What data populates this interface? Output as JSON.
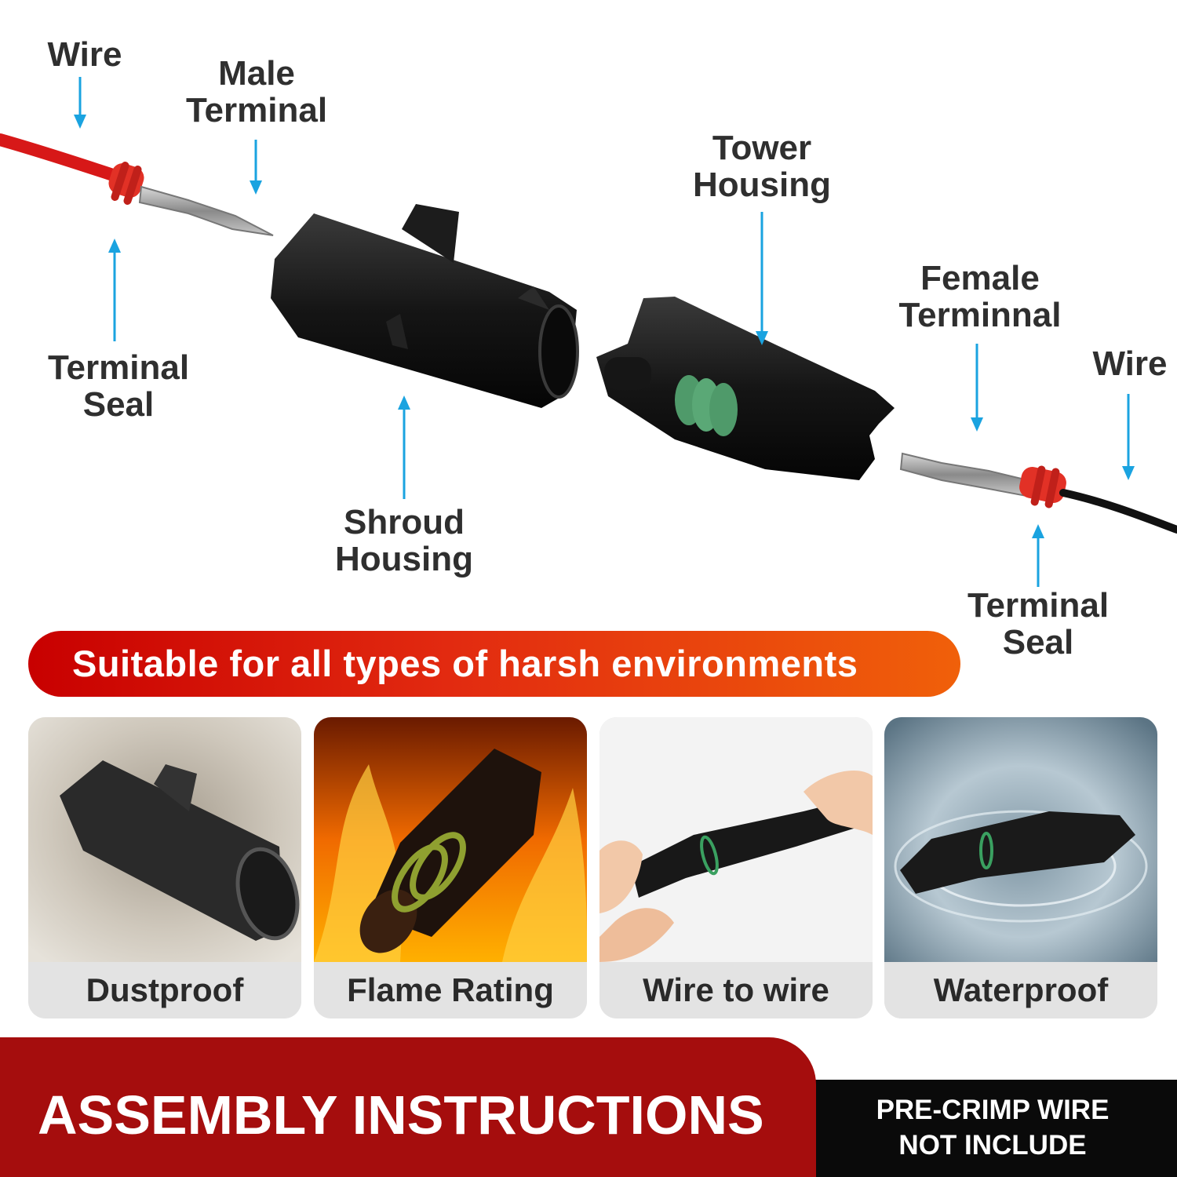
{
  "diagram": {
    "labels": {
      "wire_left": "Wire",
      "male_terminal": "Male\nTerminal",
      "terminal_seal_left": "Terminal\nSeal",
      "shroud_housing": "Shroud\nHousing",
      "tower_housing": "Tower\nHousing",
      "female_terminal": "Female\nTerminnal",
      "wire_right": "Wire",
      "terminal_seal_right": "Terminal\nSeal"
    },
    "arrow_color": "#1aa3e0",
    "wire_left_color": "#e02020",
    "wire_right_color": "#111111",
    "seal_color": "#e8322a",
    "tower_seal_color": "#4f9a6a"
  },
  "banner": {
    "text": "Suitable for all types of harsh environments",
    "gradient_start": "#c80000",
    "gradient_end": "#f0600a"
  },
  "features": [
    {
      "label": "Dustproof",
      "icon": "dust-photo"
    },
    {
      "label": "Flame Rating",
      "icon": "fire-photo"
    },
    {
      "label": "Wire to wire",
      "icon": "hands-connector-photo"
    },
    {
      "label": "Waterproof",
      "icon": "water-photo"
    }
  ],
  "footer": {
    "title": "ASSEMBLY INSTRUCTIONS",
    "note": "PRE-CRIMP WIRE\nNOT INCLUDE",
    "red": "#a50d0d",
    "black": "#0a0a0a"
  }
}
